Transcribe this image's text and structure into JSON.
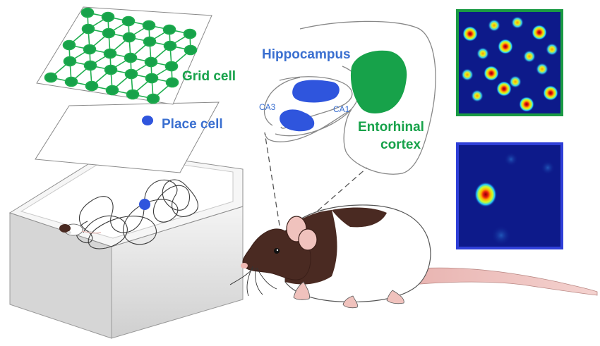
{
  "labels": {
    "grid_cell": "Grid cell",
    "place_cell": "Place cell",
    "hippocampus": "Hippocampus",
    "ca3": "CA3",
    "ca1": "CA1",
    "entorhinal_line1": "Entorhinal",
    "entorhinal_line2": "cortex"
  },
  "colors": {
    "grid_green": "#17a24a",
    "place_blue": "#2f55dd",
    "grid_frame": "#1a9a43",
    "place_frame": "#2f3fd8",
    "heatmap_bg": "#0d1a8a"
  }
}
